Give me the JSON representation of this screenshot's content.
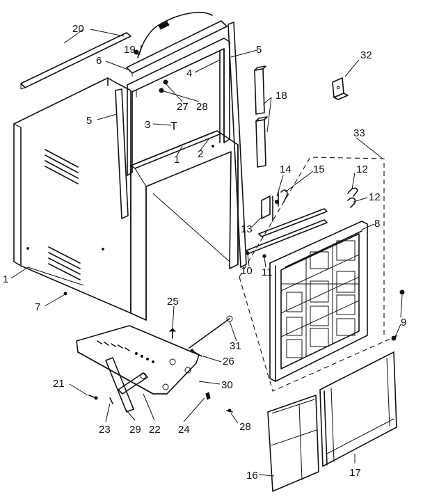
{
  "callouts": [
    {
      "id": "1a",
      "text": "1"
    },
    {
      "id": "1b",
      "text": "1"
    },
    {
      "id": "2",
      "text": "2"
    },
    {
      "id": "3",
      "text": "3"
    },
    {
      "id": "4",
      "text": "4"
    },
    {
      "id": "5a",
      "text": "5"
    },
    {
      "id": "5b",
      "text": "5"
    },
    {
      "id": "6",
      "text": "6"
    },
    {
      "id": "7",
      "text": "7"
    },
    {
      "id": "8",
      "text": "8"
    },
    {
      "id": "9",
      "text": "9"
    },
    {
      "id": "10",
      "text": "10"
    },
    {
      "id": "11",
      "text": "11"
    },
    {
      "id": "12a",
      "text": "12"
    },
    {
      "id": "12b",
      "text": "12"
    },
    {
      "id": "13",
      "text": "13"
    },
    {
      "id": "14",
      "text": "14"
    },
    {
      "id": "15",
      "text": "15"
    },
    {
      "id": "16",
      "text": "16"
    },
    {
      "id": "17",
      "text": "17"
    },
    {
      "id": "18",
      "text": "18"
    },
    {
      "id": "19",
      "text": "19"
    },
    {
      "id": "20",
      "text": "20"
    },
    {
      "id": "21",
      "text": "21"
    },
    {
      "id": "22",
      "text": "22"
    },
    {
      "id": "23",
      "text": "23"
    },
    {
      "id": "24",
      "text": "24"
    },
    {
      "id": "25",
      "text": "25"
    },
    {
      "id": "26",
      "text": "26"
    },
    {
      "id": "27",
      "text": "27"
    },
    {
      "id": "28a",
      "text": "28"
    },
    {
      "id": "28b",
      "text": "28"
    },
    {
      "id": "29",
      "text": "29"
    },
    {
      "id": "30",
      "text": "30"
    },
    {
      "id": "31",
      "text": "31"
    },
    {
      "id": "32",
      "text": "32"
    },
    {
      "id": "33",
      "text": "33"
    }
  ]
}
